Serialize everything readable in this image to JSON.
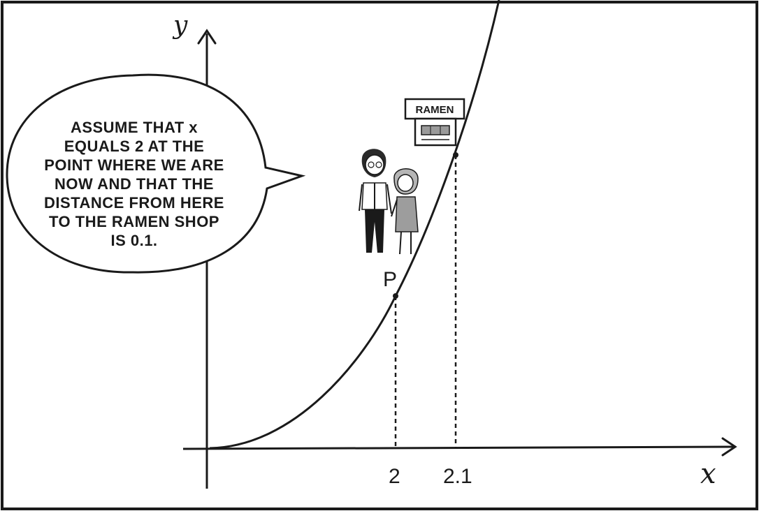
{
  "axes": {
    "x_label": "x",
    "y_label": "y"
  },
  "ticks": [
    {
      "value": 2,
      "label": "2"
    },
    {
      "value": 2.1,
      "label": "2.1"
    }
  ],
  "point": {
    "label": "P",
    "x": 2
  },
  "speech_bubble": {
    "lines": [
      "ASSUME THAT x",
      "EQUALS 2 AT THE",
      "POINT WHERE WE ARE",
      "NOW AND THAT THE",
      "DISTANCE FROM HERE",
      "TO THE RAMEN SHOP",
      "IS 0.1."
    ]
  },
  "ramen_shop": {
    "sign": "RAMEN",
    "x": 2.1
  },
  "curve": {
    "description": "y = x^2 style parabola",
    "type": "parabola"
  }
}
